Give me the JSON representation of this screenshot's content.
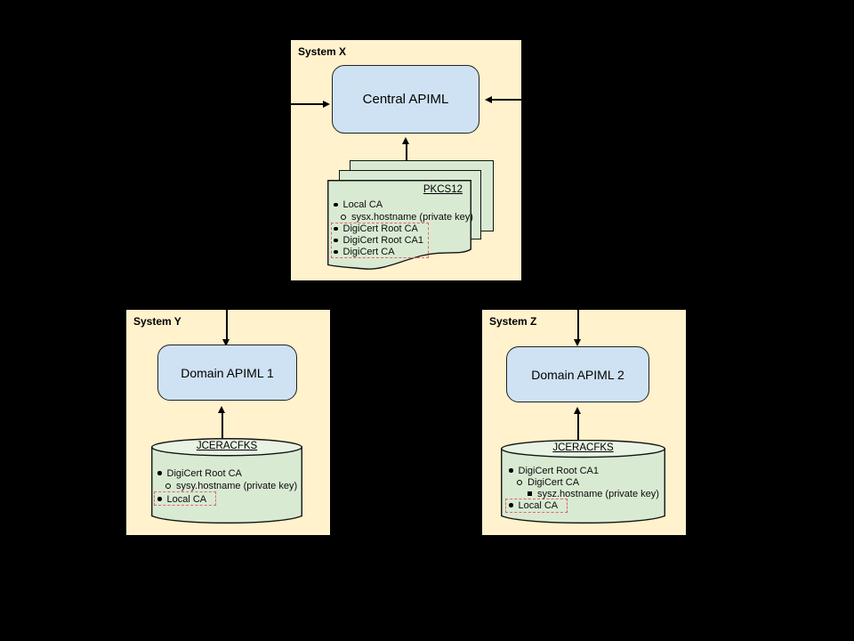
{
  "colors": {
    "canvas_bg": "#000000",
    "panel_bg": "#fff2cc",
    "node_bg": "#cfe2f3",
    "store_bg": "#d9ead3",
    "highlight_dashed": "#e06666",
    "line": "#000000"
  },
  "system_x": {
    "title": "System X",
    "node_label": "Central APIML",
    "keystore": {
      "title": "PKCS12",
      "items": [
        {
          "text": "Local CA",
          "level": 1,
          "highlighted": false
        },
        {
          "text": "sysx.hostname (private key)",
          "level": 2,
          "highlighted": false
        },
        {
          "text": "DigiCert Root CA",
          "level": 1,
          "highlighted": true
        },
        {
          "text": "DigiCert Root CA1",
          "level": 1,
          "highlighted": true
        },
        {
          "text": "DigiCert CA",
          "level": 1,
          "highlighted": true
        }
      ]
    }
  },
  "system_y": {
    "title": "System Y",
    "node_label": "Domain APIML 1",
    "keystore": {
      "title": "JCERACFKS",
      "items": [
        {
          "text": "DigiCert Root CA",
          "level": 1,
          "highlighted": false
        },
        {
          "text": "sysy.hostname (private key)",
          "level": 2,
          "highlighted": false
        },
        {
          "text": "Local CA",
          "level": 1,
          "highlighted": true
        }
      ]
    }
  },
  "system_z": {
    "title": "System Z",
    "node_label": "Domain APIML 2",
    "keystore": {
      "title": "JCERACFKS",
      "items": [
        {
          "text": "DigiCert Root CA1",
          "level": 1,
          "highlighted": false
        },
        {
          "text": "DigiCert CA",
          "level": 2,
          "highlighted": false
        },
        {
          "text": "sysz.hostname (private key)",
          "level": 3,
          "highlighted": false
        },
        {
          "text": "Local CA",
          "level": 1,
          "highlighted": true
        }
      ]
    }
  }
}
